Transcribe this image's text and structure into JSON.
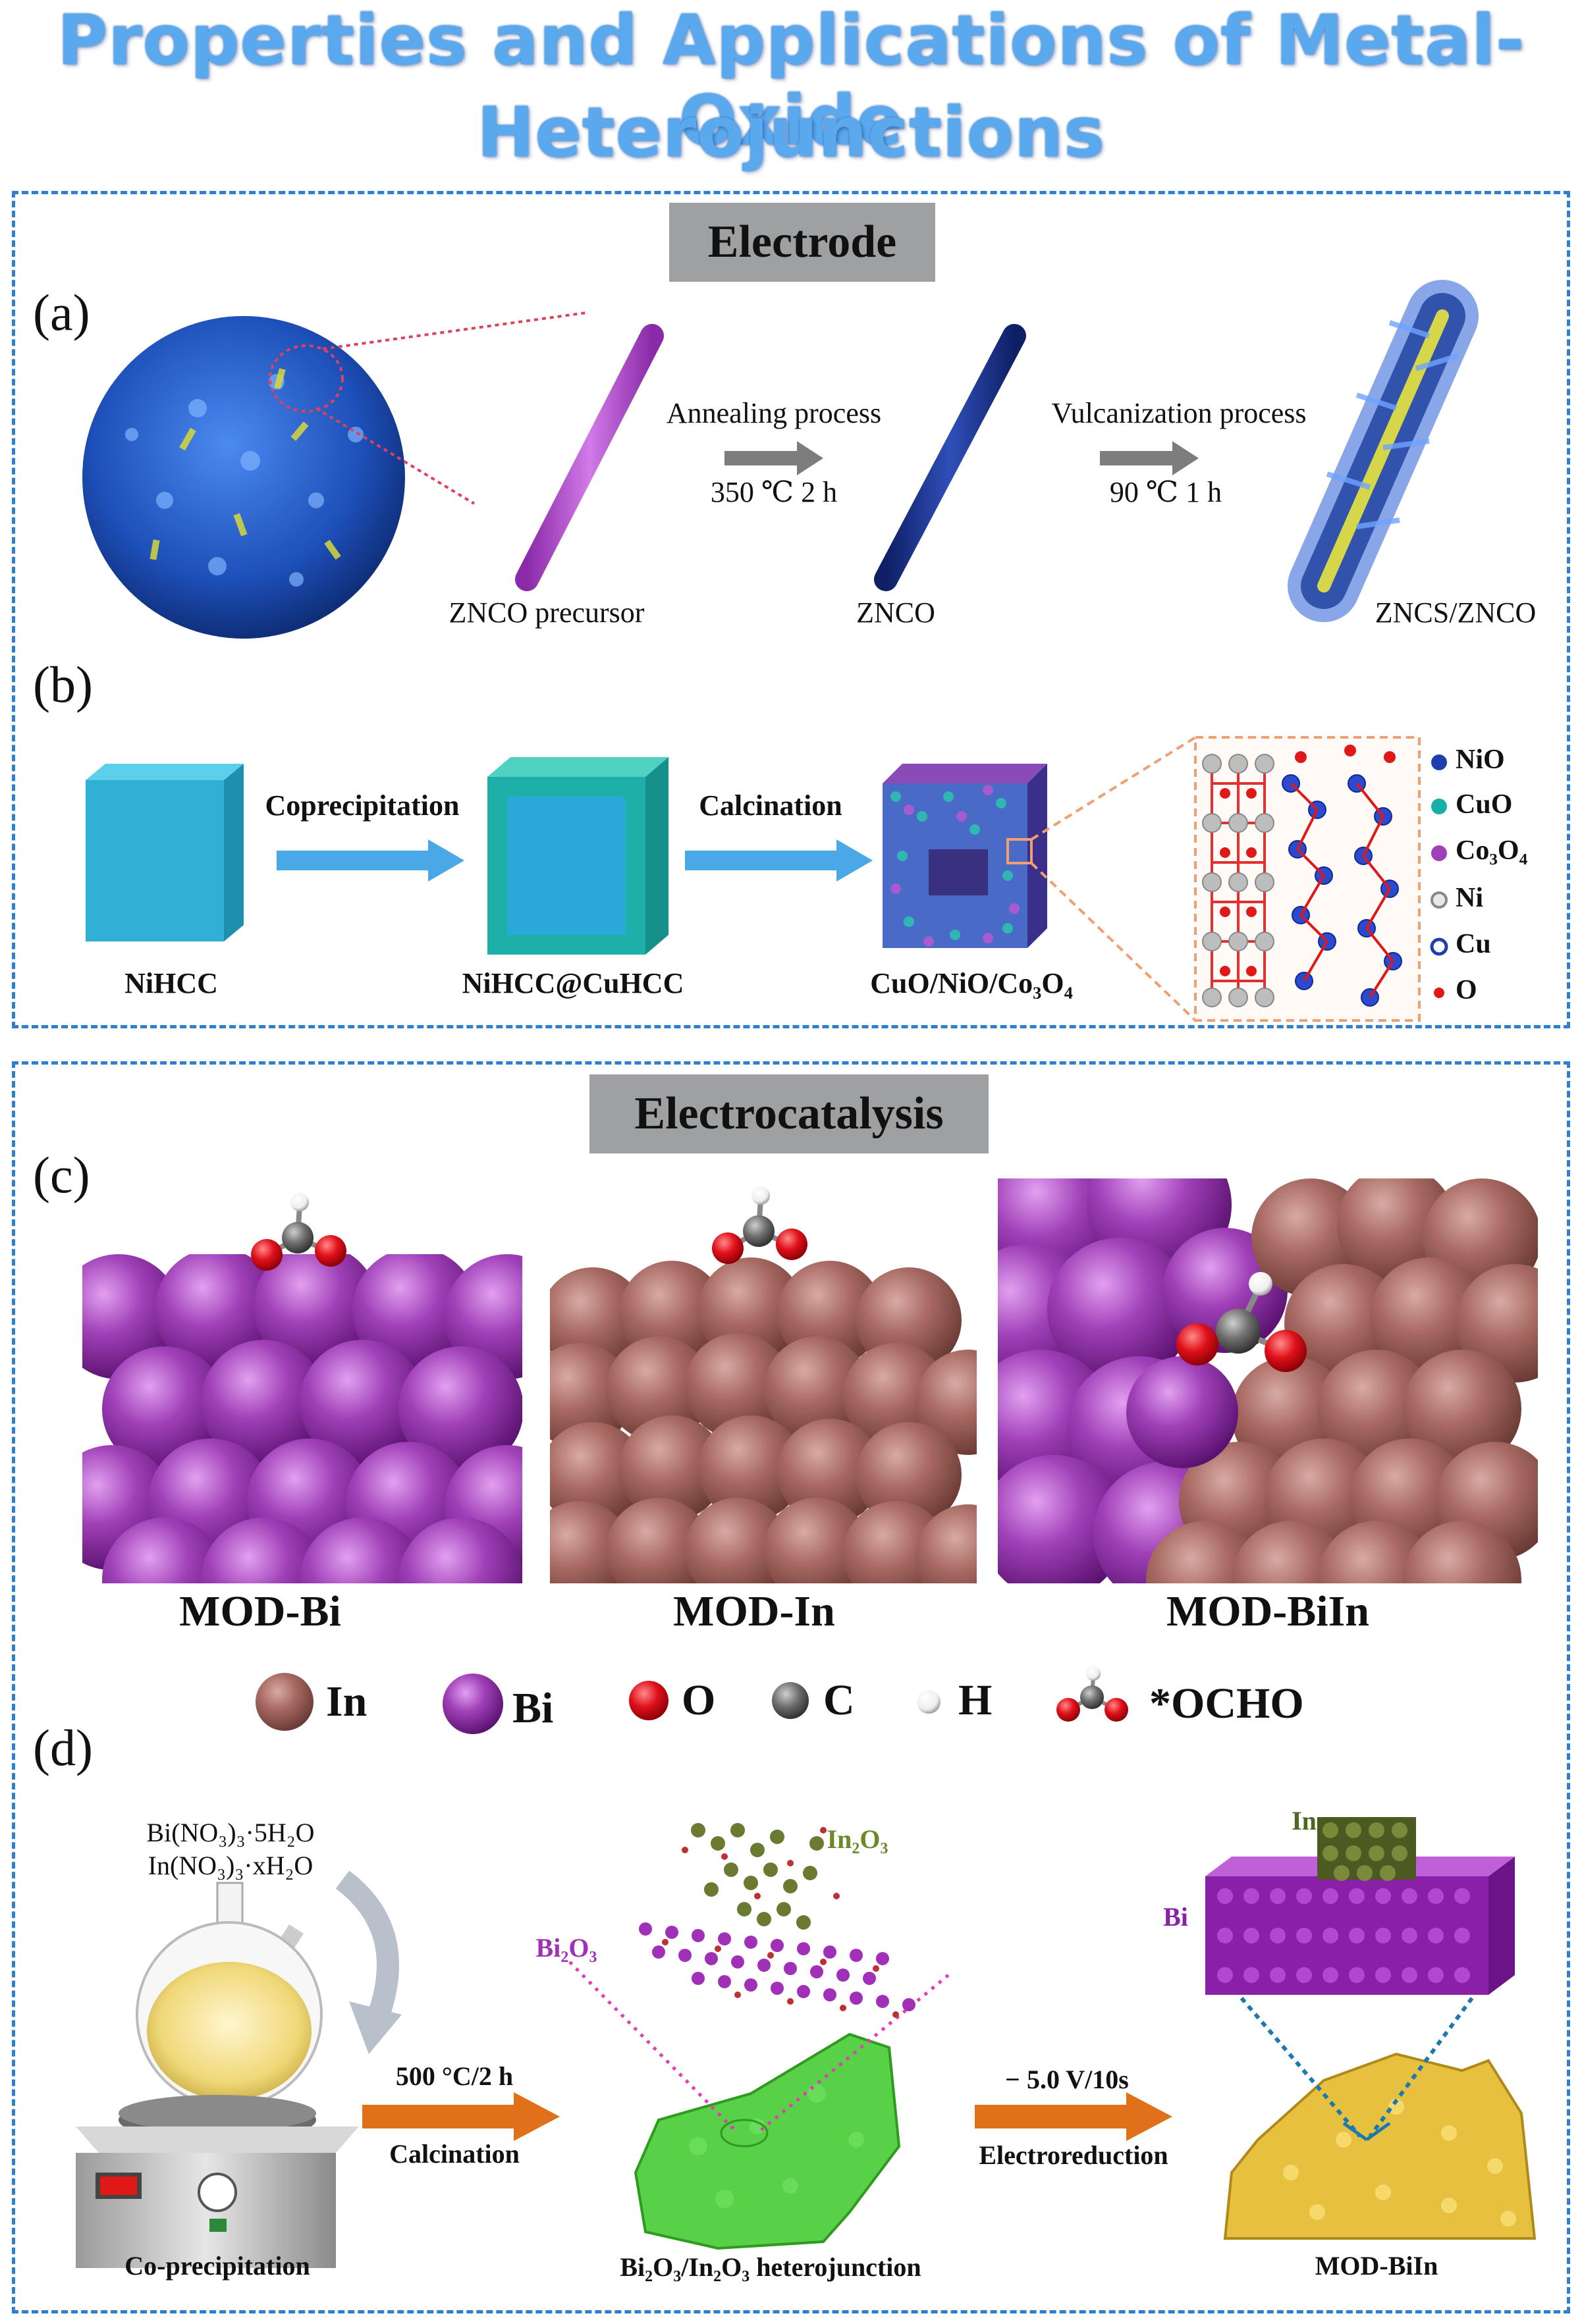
{
  "title": {
    "line1": "Properties and Applications of Metal-Oxide",
    "line2": "Heterojunctions"
  },
  "colors": {
    "title": "#5aa9ef",
    "border": "#2f7fd0",
    "section_title_bg": "#9ea0a2",
    "bi": "#a040b8",
    "in": "#a86a62",
    "o": "#e0101a",
    "c": "#666666",
    "h": "#ffffff",
    "arrow_blue": "#4aa8e6",
    "arrow_orange": "#e0701a",
    "arrow_gray": "#7d7d7d"
  },
  "electrode": {
    "heading": "Electrode",
    "panel_a": {
      "label": "(a)",
      "step1": {
        "process": "Annealing process",
        "condition": "350 ℃ 2 h"
      },
      "step2": {
        "process": "Vulcanization process",
        "condition": "90 ℃ 1 h"
      },
      "captions": [
        "ZNCO precursor",
        "ZNCO",
        "ZNCS/ZNCO"
      ]
    },
    "panel_b": {
      "label": "(b)",
      "step1": "Coprecipitation",
      "step2": "Calcination",
      "captions": [
        "NiHCC",
        "NiHCC@CuHCC",
        "CuO/NiO/Co₃O₄"
      ],
      "legend": [
        {
          "name": "NiO",
          "icon": "blue-dot"
        },
        {
          "name": "CuO",
          "icon": "teal-dot"
        },
        {
          "name": "Co₃O₄",
          "icon": "purple-dot"
        },
        {
          "name": "Ni",
          "icon": "gray-ring"
        },
        {
          "name": "Cu",
          "icon": "blue-ring"
        },
        {
          "name": "O",
          "icon": "red-dot"
        }
      ]
    }
  },
  "electrocatalysis": {
    "heading": "Electrocatalysis",
    "panel_c": {
      "label": "(c)",
      "models": [
        "MOD-Bi",
        "MOD-In",
        "MOD-BiIn"
      ],
      "legend": [
        {
          "name": "In",
          "icon": "in-sphere"
        },
        {
          "name": "Bi",
          "icon": "bi-sphere"
        },
        {
          "name": "O",
          "icon": "o-sphere"
        },
        {
          "name": "C",
          "icon": "c-sphere"
        },
        {
          "name": "H",
          "icon": "h-sphere"
        },
        {
          "name": "*OCHO",
          "icon": "ocho-molecule"
        }
      ]
    },
    "panel_d": {
      "label": "(d)",
      "reagent1": "Bi(NO₃)₃·5H₂O",
      "reagent2": "In(NO₃)₃·xH₂O",
      "step1": {
        "condition": "500 °C/2 h",
        "process": "Calcination"
      },
      "step2": {
        "condition": "− 5.0 V/10s",
        "process": "Electroreduction"
      },
      "in2o3": "In₂O₃",
      "bi2o3": "Bi₂O₃",
      "in_label": "In",
      "bi_label": "Bi",
      "captions": [
        "Co-precipitation",
        "Bi₂O₃/In₂O₃ heterojunction",
        "MOD-BiIn"
      ]
    }
  }
}
